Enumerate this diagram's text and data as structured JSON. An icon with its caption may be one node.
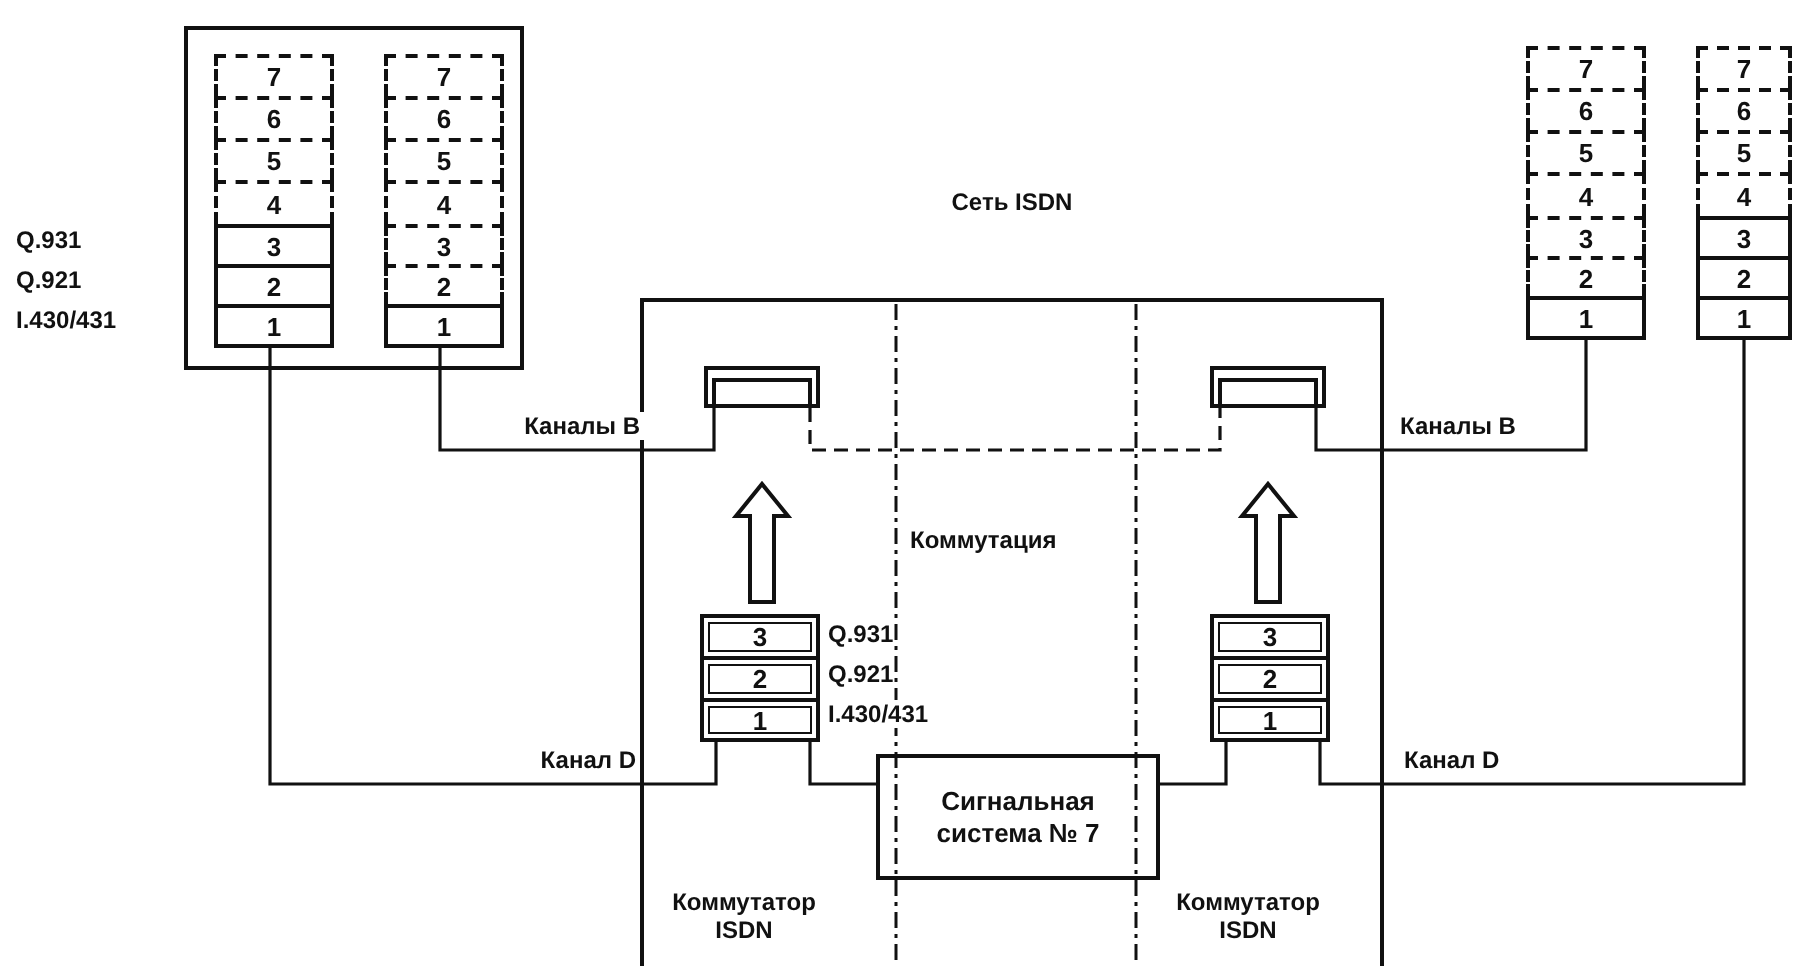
{
  "diagram": {
    "nodes": [
      {
        "text": [],
        "shape": "box"
      },
      {
        "text": [
          "7"
        ],
        "in": 0
      },
      {
        "text": [
          "6"
        ],
        "in": 0
      },
      {
        "text": [
          "5"
        ],
        "in": 0
      },
      {
        "text": [
          "4"
        ],
        "in": 0
      },
      {
        "text": [
          "3"
        ],
        "in": 0
      },
      {
        "text": [
          "2"
        ],
        "in": 0
      },
      {
        "text": [
          "1"
        ],
        "in": 0
      },
      {
        "text": [
          "7"
        ],
        "in": 0
      },
      {
        "text": [
          "6"
        ],
        "in": 0
      },
      {
        "text": [
          "5"
        ],
        "in": 0
      },
      {
        "text": [
          "4"
        ],
        "in": 0
      },
      {
        "text": [
          "3"
        ],
        "in": 0
      },
      {
        "text": [
          "2"
        ],
        "in": 0
      },
      {
        "text": [
          "1"
        ],
        "in": 0
      },
      {
        "text": [
          "Сеть ISDN"
        ]
      },
      {
        "text": [],
        "shape": "box",
        "in": 15
      },
      {
        "text": [],
        "shape": "box",
        "in": 15
      },
      {
        "text": [
          "3"
        ],
        "in": 15
      },
      {
        "text": [
          "2"
        ],
        "in": 15
      },
      {
        "text": [
          "1"
        ],
        "in": 15
      },
      {
        "text": [
          "3"
        ],
        "in": 15
      },
      {
        "text": [
          "2"
        ],
        "in": 15
      },
      {
        "text": [
          "1"
        ],
        "in": 15
      },
      {
        "text": [
          "Сигнальная система № 7"
        ],
        "in": 15
      },
      {
        "text": [
          "7"
        ]
      },
      {
        "text": [
          "6"
        ]
      },
      {
        "text": [
          "5"
        ]
      },
      {
        "text": [
          "4"
        ]
      },
      {
        "text": [
          "3"
        ]
      },
      {
        "text": [
          "2"
        ]
      },
      {
        "text": [
          "1"
        ]
      },
      {
        "text": [
          "7"
        ]
      },
      {
        "text": [
          "6"
        ]
      },
      {
        "text": [
          "5"
        ]
      },
      {
        "text": [
          "4"
        ]
      },
      {
        "text": [
          "3"
        ]
      },
      {
        "text": [
          "2"
        ]
      },
      {
        "text": [
          "1"
        ]
      }
    ],
    "edges": [
      {
        "from": 14,
        "to": 16,
        "arrow": "none",
        "label": "Каналы B"
      },
      {
        "from": 16,
        "to": 17,
        "arrow": "none",
        "style": "dashed"
      },
      {
        "from": 17,
        "to": 31,
        "arrow": "none",
        "label": "Каналы B"
      },
      {
        "from": 7,
        "to": 20,
        "arrow": "none",
        "label": "Канал D"
      },
      {
        "from": 20,
        "to": 24,
        "arrow": "none"
      },
      {
        "from": 24,
        "to": 23,
        "arrow": "none"
      },
      {
        "from": 23,
        "to": 38,
        "arrow": "none",
        "label": "Канал D"
      },
      {
        "from": 18,
        "to": 16,
        "arrow": "to",
        "style": "thick"
      },
      {
        "from": 21,
        "to": 17,
        "arrow": "to",
        "style": "thick"
      }
    ],
    "labels": [
      "Q.931",
      "Q.921",
      "I.430/431",
      "Коммутация",
      "Q.931",
      "Q.921",
      "I.430/431",
      "Коммутатор ISDN",
      "Коммутатор ISDN"
    ]
  }
}
